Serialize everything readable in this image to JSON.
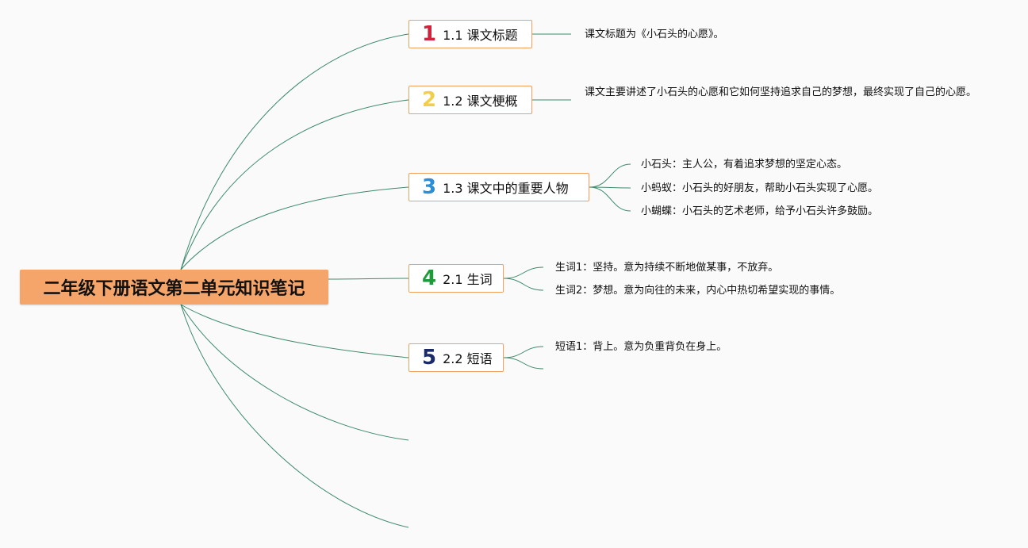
{
  "root": {
    "title": "二年级下册语文第二单元知识笔记"
  },
  "topics": [
    {
      "number": "1",
      "number_color": "#d0223a",
      "label": "1.1 课文标题",
      "notes": [
        "课文标题为《小石头的心愿》。"
      ]
    },
    {
      "number": "2",
      "number_color": "#f0d04a",
      "label": "1.2 课文梗概",
      "notes": [
        "课文主要讲述了小石头的心愿和它如何坚持追求自己的梦想，最终实现了自己的心愿。"
      ]
    },
    {
      "number": "3",
      "number_color": "#2a8fd6",
      "label": "1.3 课文中的重要人物",
      "notes": [
        "小石头：主人公，有着追求梦想的坚定心态。",
        "小蚂蚁：小石头的好朋友，帮助小石头实现了心愿。",
        "小蝴蝶：小石头的艺术老师，给予小石头许多鼓励。"
      ]
    },
    {
      "number": "4",
      "number_color": "#1f9a3a",
      "label": "2.1 生词",
      "notes": [
        "生词1：坚持。意为持续不断地做某事，不放弃。",
        "生词2：梦想。意为向往的未来，内心中热切希望实现的事情。"
      ]
    },
    {
      "number": "5",
      "number_color": "#1b2a6b",
      "label": "2.2 短语",
      "notes": [
        "短语1：背上。意为负重背负在身上。"
      ]
    }
  ]
}
